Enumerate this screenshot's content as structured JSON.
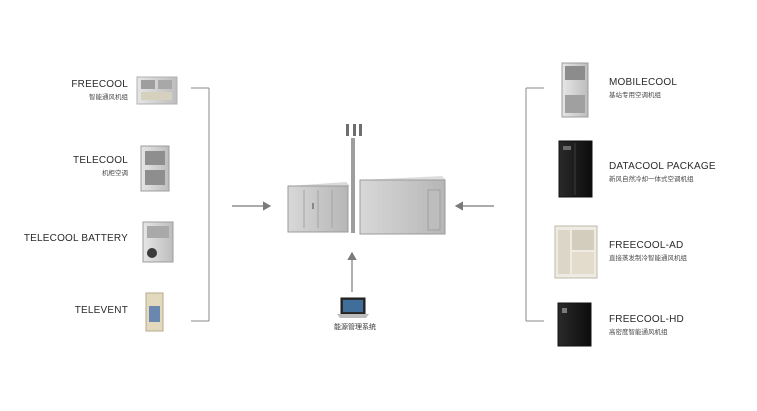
{
  "left_units": [
    {
      "name": "FREECOOL",
      "desc": "智能通风机组"
    },
    {
      "name": "TELECOOL",
      "desc": "机柜空调"
    },
    {
      "name": "TELECOOL BATTERY",
      "desc": ""
    },
    {
      "name": "TELEVENT",
      "desc": ""
    }
  ],
  "right_units": [
    {
      "name": "MOBILECOOL",
      "desc": "基站专用空调机组"
    },
    {
      "name": "DATACOOL PACKAGE",
      "desc": "新风自然冷却一体式空调机组"
    },
    {
      "name": "FREECOOL-AD",
      "desc": "直接蒸发制冷智能通风机组"
    },
    {
      "name": "FREECOOL-HD",
      "desc": "高密度智能通风机组"
    }
  ],
  "center": {
    "laptop_label": "能源管理系统"
  },
  "colors": {
    "line": "#8a8a8a",
    "cabinet": "#c9c9c9",
    "dark_unit": "#1a1a1a"
  }
}
